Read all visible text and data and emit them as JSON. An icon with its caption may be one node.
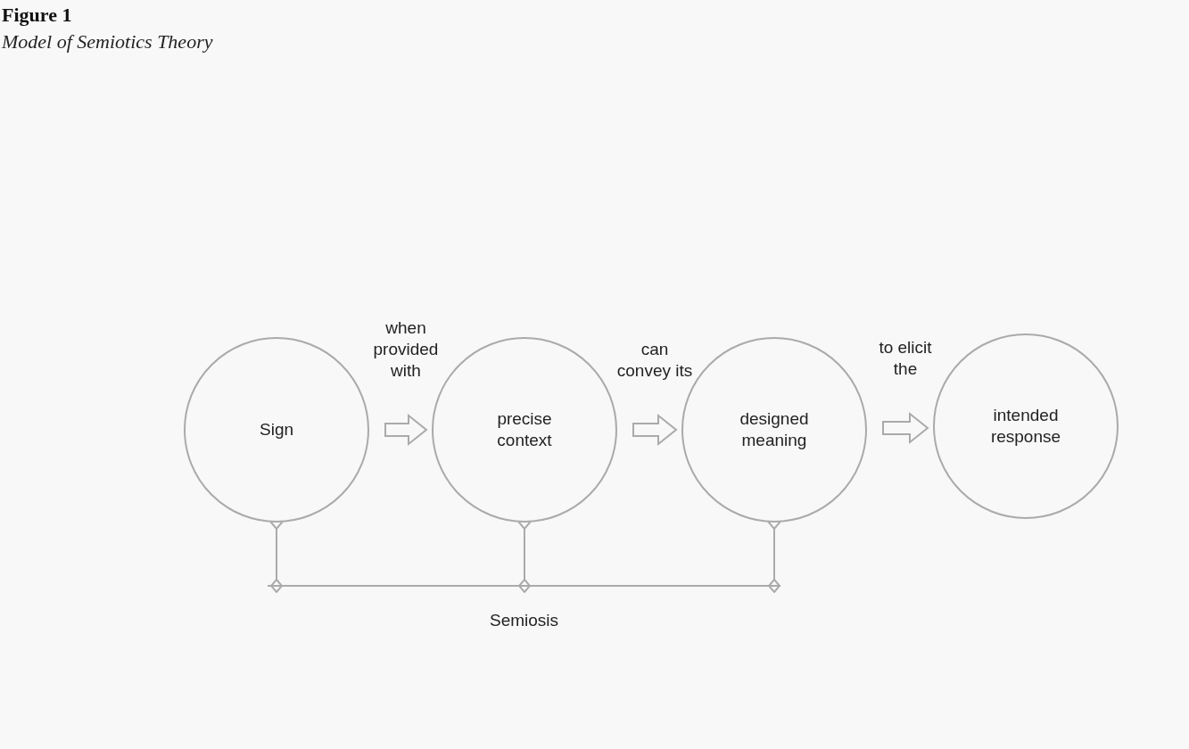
{
  "diagram": {
    "title": "Figure 1",
    "nodes": [
      {
        "text": [
          "Sign"
        ]
      },
      {
        "text": [
          "precise context"
        ]
      },
      {
        "text": [
          "designed meaning"
        ]
      },
      {
        "text": [
          "intended response"
        ]
      },
      {
        "text": [],
        "shape": "bar",
        "beside": [
          "Semiosis"
        ]
      }
    ],
    "edges": [
      {
        "from": 0,
        "to": 1,
        "arrow": "to",
        "label": "when provided with"
      },
      {
        "from": 1,
        "to": 2,
        "arrow": "to",
        "label": "can convey its"
      },
      {
        "from": 2,
        "to": 3,
        "arrow": "to",
        "label": "to elicit the"
      },
      {
        "from": 0,
        "to": 4,
        "arrow": "other"
      },
      {
        "from": 1,
        "to": 4,
        "arrow": "other"
      },
      {
        "from": 2,
        "to": 4,
        "arrow": "other"
      }
    ],
    "labels": [
      "Model of Semiotics Theory"
    ]
  }
}
